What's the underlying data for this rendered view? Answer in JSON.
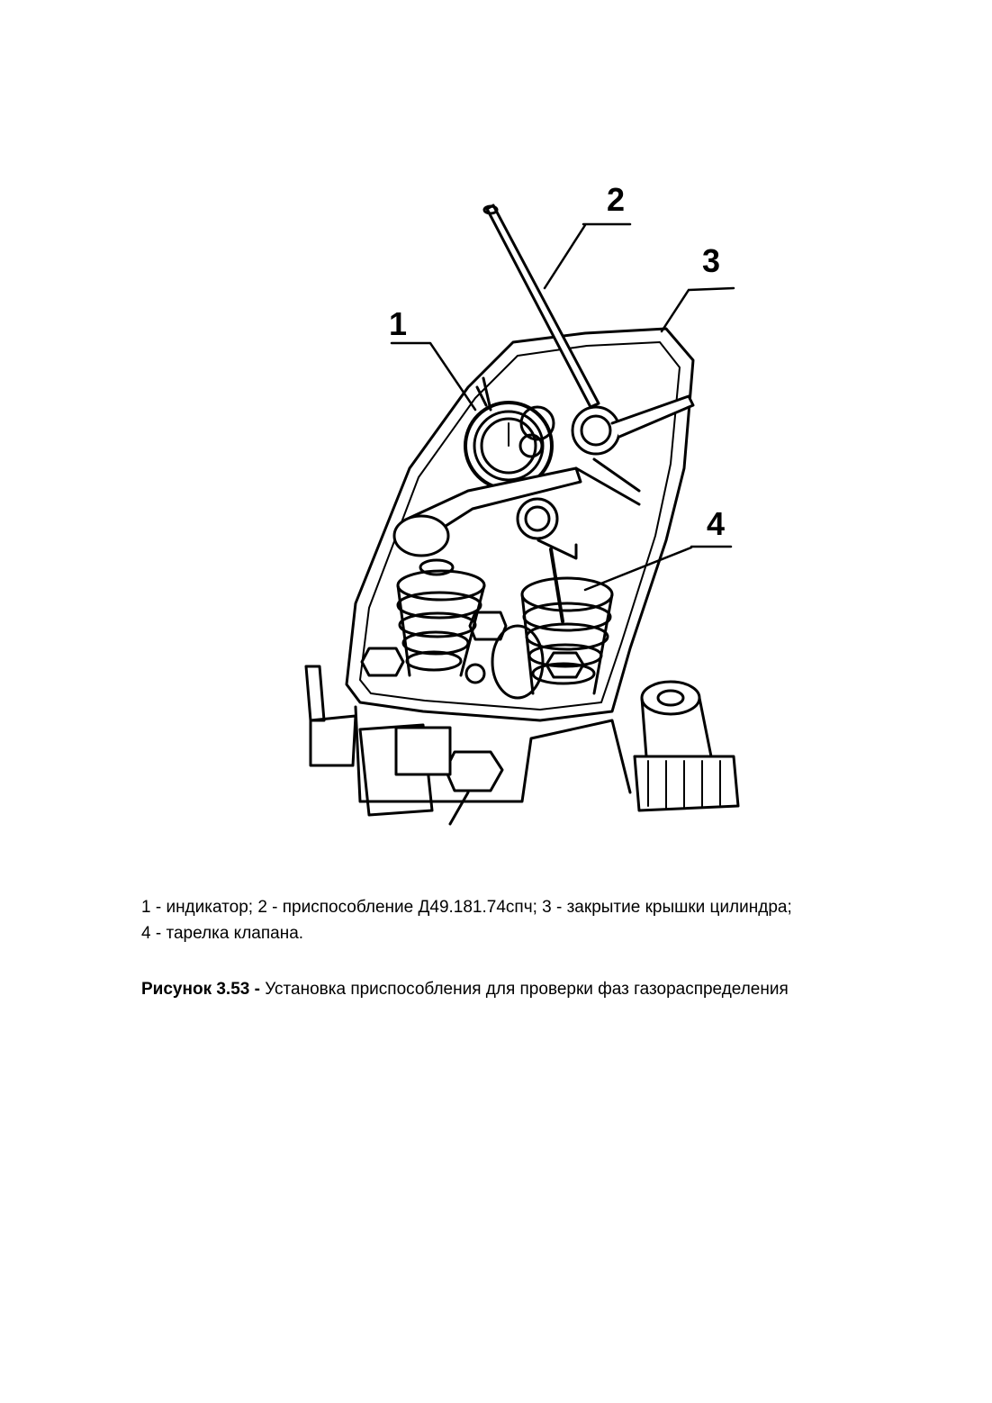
{
  "figure": {
    "callouts": [
      "1",
      "2",
      "3",
      "4"
    ]
  },
  "legend": {
    "line1": "1 - индикатор; 2 - приспособление Д49.181.74спч; 3 - закрытие крышки цилиндра;",
    "line2": "4 - тарелка клапана."
  },
  "caption": {
    "label": "Рисунок 3.53 -",
    "text": " Установка приспособления для проверки фаз газораспределения"
  }
}
